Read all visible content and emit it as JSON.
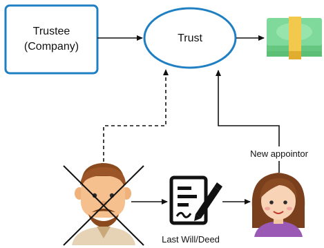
{
  "diagram": {
    "nodes": {
      "trustee": {
        "line1": "Trustee",
        "line2": "(Company)"
      },
      "trust": {
        "label": "Trust"
      },
      "money": {
        "icon": "money-stack-icon"
      },
      "deceased": {
        "icon": "deceased-man-icon"
      },
      "will": {
        "icon": "will-document-icon",
        "label": "Last Will/Deed"
      },
      "appointor": {
        "icon": "woman-avatar-icon",
        "label": "New appointor"
      }
    },
    "edges": [
      {
        "from": "trustee",
        "to": "trust",
        "style": "solid"
      },
      {
        "from": "trust",
        "to": "money",
        "style": "solid"
      },
      {
        "from": "deceased",
        "to": "trust",
        "style": "dashed"
      },
      {
        "from": "appointor",
        "to": "trust",
        "style": "solid"
      },
      {
        "from": "deceased",
        "to": "will",
        "style": "solid"
      },
      {
        "from": "will",
        "to": "appointor",
        "style": "solid"
      }
    ],
    "colors": {
      "accent": "#1f7fc3",
      "money_green": "#6fd18a",
      "money_band": "#f2c94c"
    }
  }
}
